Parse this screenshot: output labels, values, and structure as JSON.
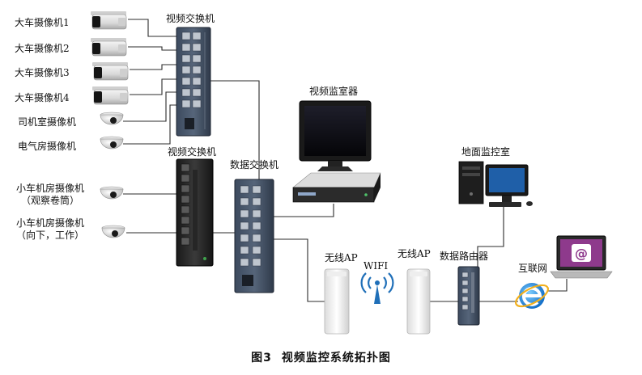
{
  "diagram": {
    "caption": {
      "figure": "图3",
      "title": "视频监控系统拓扑图"
    },
    "cameras": [
      {
        "label": "大车摄像机1",
        "kind": "bullet"
      },
      {
        "label": "大车摄像机2",
        "kind": "bullet"
      },
      {
        "label": "大车摄像机3",
        "kind": "bullet"
      },
      {
        "label": "大车摄像机4",
        "kind": "bullet"
      },
      {
        "label": "司机室摄像机",
        "kind": "dome"
      },
      {
        "label": "电气房摄像机",
        "kind": "dome"
      },
      {
        "label": "小车机房摄像机",
        "sub": "（观察卷筒）",
        "kind": "dome"
      },
      {
        "label": "小车机房摄像机",
        "sub": "（向下，工作）",
        "kind": "dome"
      }
    ],
    "devices": {
      "video_switch_top": "视频交换机",
      "video_switch_mid": "视频交换机",
      "data_switch": "数据交换机",
      "video_monitor": "视频监室器",
      "ground_room": "地面监控室",
      "ap_left": "无线AP",
      "ap_right": "无线AP",
      "router": "数据路由器",
      "wifi": "WIFI",
      "internet": "互联网"
    }
  }
}
